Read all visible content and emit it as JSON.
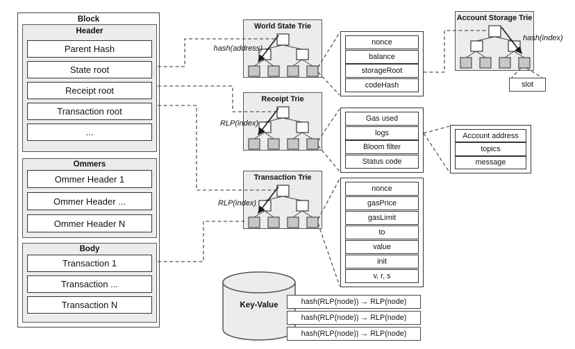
{
  "block": {
    "title": "Block",
    "sections": [
      {
        "title": "Header",
        "rows": [
          "Parent Hash",
          "State root",
          "Receipt root",
          "Transaction root",
          "..."
        ]
      },
      {
        "title": "Ommers",
        "rows": [
          "Ommer Header 1",
          "Ommer Header ...",
          "Ommer Header N"
        ]
      },
      {
        "title": "Body",
        "rows": [
          "Transaction 1",
          "Transaction ...",
          "Transaction N"
        ]
      }
    ]
  },
  "tries": {
    "world_state": {
      "title": "World State Trie",
      "key_label": "hash(address)"
    },
    "receipt": {
      "title": "Receipt Trie",
      "key_label": "RLP(index)"
    },
    "transaction": {
      "title": "Transaction Trie",
      "key_label": "RLP(index)"
    },
    "account_storage": {
      "title": "Account Storage Trie",
      "key_label": "hash(index)",
      "leaf_value_label": "slot"
    }
  },
  "lists": {
    "account_state": {
      "rows": [
        "nonce",
        "balance",
        "storageRoot",
        "codeHash"
      ]
    },
    "receipt_fields": {
      "rows": [
        "Gas used",
        "logs",
        "Bloom filter",
        "Status code"
      ]
    },
    "log_fields": {
      "rows": [
        "Account address",
        "topics",
        "message"
      ]
    },
    "transaction_fields": {
      "rows": [
        "nonce",
        "gasPrice",
        "gasLimit",
        "to",
        "value",
        "init",
        "v, r, s"
      ]
    }
  },
  "key_value_store": {
    "label": "Key-Value",
    "mappings": [
      "hash(RLP(node)) → RLP(node)",
      "hash(RLP(node)) → RLP(node)",
      "hash(RLP(node)) → RLP(node)"
    ]
  },
  "colors": {
    "panel_bg": "#ececec",
    "node_fill": "#ffffff",
    "leaf_fill": "#c7c7c7",
    "border": "#444444",
    "connector": "#555555",
    "background": "#ffffff"
  }
}
